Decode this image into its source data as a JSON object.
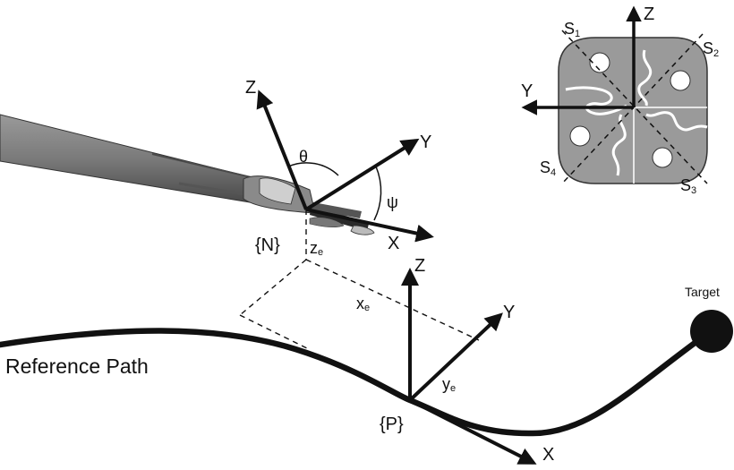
{
  "needle_frame": {
    "origin_label": "{N}",
    "axis_x": "X",
    "axis_y": "Y",
    "axis_z": "Z",
    "angle_theta": "θ",
    "angle_psi": "ψ"
  },
  "path_frame": {
    "origin_label": "{P}",
    "axis_x": "X",
    "axis_y": "Y",
    "axis_z": "Z"
  },
  "errors": {
    "x": {
      "base": "x",
      "sub": "e"
    },
    "y": {
      "base": "y",
      "sub": "e"
    },
    "z": {
      "base": "z",
      "sub": "e"
    }
  },
  "reference_path_label": "Reference Path",
  "target_label": "Target",
  "cross_section": {
    "axis_y": "Y",
    "axis_z": "Z",
    "segments": [
      {
        "base": "S",
        "sub": "1"
      },
      {
        "base": "S",
        "sub": "2"
      },
      {
        "base": "S",
        "sub": "3"
      },
      {
        "base": "S",
        "sub": "4"
      }
    ]
  },
  "colors": {
    "ink": "#111111",
    "needle_body": "#6e6e6e",
    "section_fill": "#9a9a9a"
  }
}
